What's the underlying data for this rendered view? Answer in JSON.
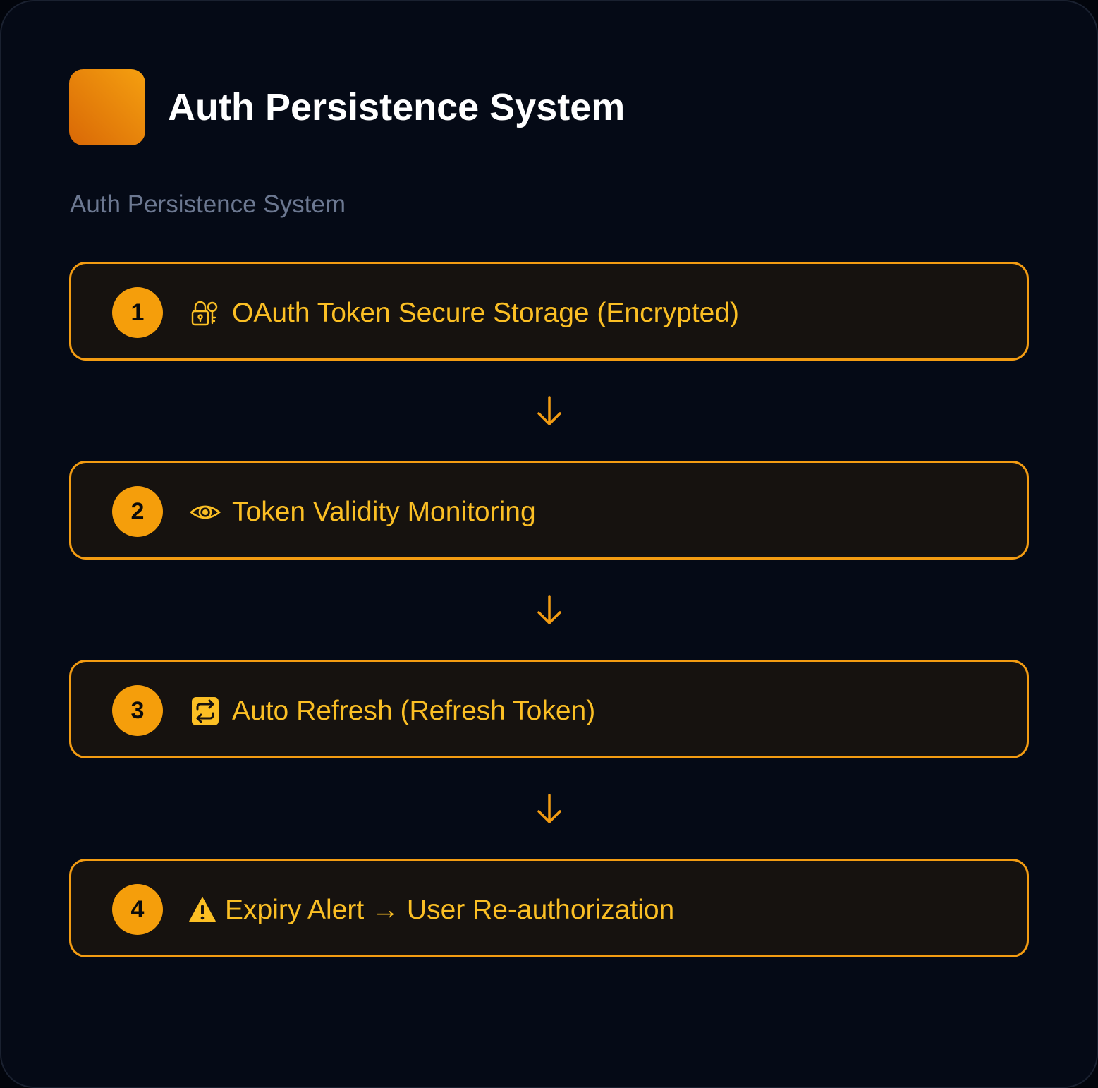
{
  "header": {
    "title": "Auth Persistence System",
    "subtitle": "Auth Persistence System"
  },
  "steps": [
    {
      "number": "1",
      "icon": "lock-key-icon",
      "label": "OAuth Token Secure Storage (Encrypted)"
    },
    {
      "number": "2",
      "icon": "eye-icon",
      "label": "Token Validity Monitoring"
    },
    {
      "number": "3",
      "icon": "refresh-icon",
      "label": "Auto Refresh (Refresh Token)"
    },
    {
      "number": "4",
      "icon": "warning-icon",
      "label": "Expiry Alert → User Re-authorization"
    }
  ],
  "colors": {
    "accent": "#f59e0b",
    "border": "#f39c12",
    "label": "#fbbf24",
    "background": "#050a16"
  }
}
